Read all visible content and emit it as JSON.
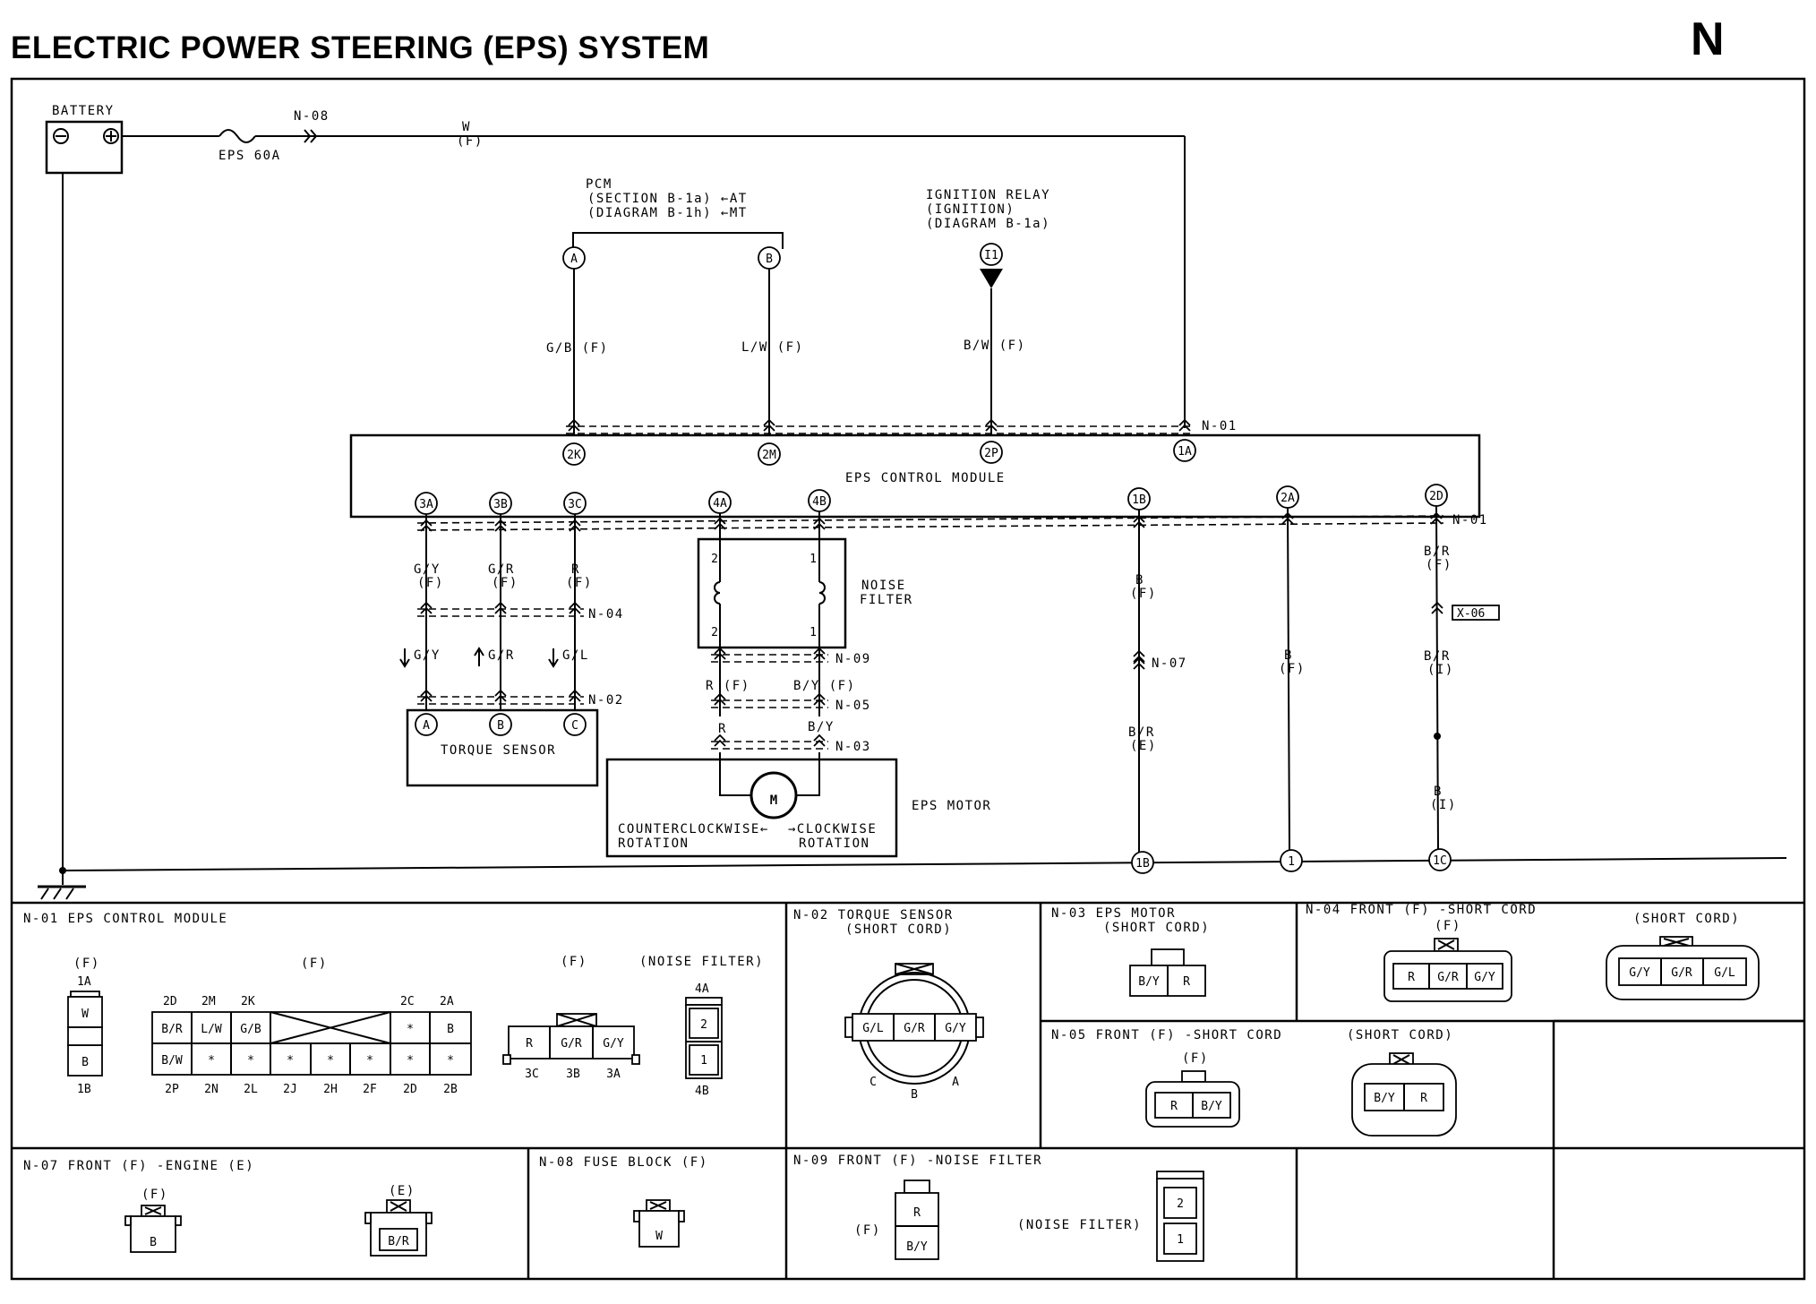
{
  "title": "ELECTRIC POWER STEERING (EPS) SYSTEM",
  "page_letter": "N",
  "schematic": {
    "battery": "BATTERY",
    "fuse": "EPS 60A",
    "n08": "N-08",
    "w_f": [
      "W",
      "(F)"
    ],
    "pcm": [
      "PCM",
      "(SECTION B-1a) ←AT",
      "(DIAGRAM B-1h) ←MT"
    ],
    "ign_relay": [
      "IGNITION RELAY",
      "(IGNITION)",
      "(DIAGRAM B-1a)"
    ],
    "pin_a": "A",
    "pin_b": "B",
    "pin_i1": "I1",
    "wire_gb": "G/B (F)",
    "wire_lw": "L/W (F)",
    "wire_bw": "B/W (F)",
    "n01": "N-01",
    "pin_2k": "2K",
    "pin_2m": "2M",
    "pin_2p": "2P",
    "pin_1a": "1A",
    "ecm_label": "EPS CONTROL MODULE",
    "pin_3a": "3A",
    "pin_3b": "3B",
    "pin_3c": "3C",
    "pin_4a": "4A",
    "pin_4b": "4B",
    "pin_1b": "1B",
    "pin_2a": "2A",
    "pin_2d": "2D",
    "gy": "G/Y",
    "gr": "G/R",
    "r": "R",
    "gl": "G/L",
    "f": "(F)",
    "n04": "N-04",
    "n02": "N-02",
    "ts_c": "C",
    "torque_sensor": "TORQUE SENSOR",
    "noise_filter": [
      "NOISE",
      "FILTER"
    ],
    "nf_2": "2",
    "nf_1": "1",
    "n09": "N-09",
    "r_f": "R (F)",
    "by_f": "B/Y (F)",
    "n05": "N-05",
    "by": "B/Y",
    "n03": "N-03",
    "motor_m": "M",
    "eps_motor": "EPS MOTOR",
    "ccw": [
      "COUNTERCLOCKWISE←",
      "ROTATION"
    ],
    "cw": [
      "→CLOCKWISE",
      "ROTATION"
    ],
    "b": "B",
    "n07": "N-07",
    "br": "B/R",
    "e": "(E)",
    "br_f": [
      "B/R",
      "(F)"
    ],
    "x06": "X-06",
    "br_i": [
      "B/R",
      "(I)"
    ],
    "b_i": [
      "B",
      "(I)"
    ],
    "g_1b": "1B",
    "g_1": "1",
    "g_1c": "1C"
  },
  "connectors": {
    "n01": {
      "title": "N-01 EPS CONTROL MODULE",
      "f": "(F)",
      "noise_filter": "(NOISE FILTER)",
      "top_pins": [
        "2D",
        "2M",
        "2K",
        "2C",
        "2A"
      ],
      "row1": [
        "B/R",
        "L/W",
        "G/B",
        "",
        "*",
        "B"
      ],
      "row2": [
        "B/W",
        "*",
        "*",
        "*",
        "*",
        "*",
        "*",
        "*"
      ],
      "bottom_pins": [
        "2P",
        "2N",
        "2L",
        "2J",
        "2H",
        "2F",
        "2D",
        "2B"
      ],
      "c1": {
        "top": "1A",
        "cells": [
          "W",
          "B"
        ],
        "bottom": "1B"
      },
      "c3": {
        "cells": [
          "R",
          "G/R",
          "G/Y"
        ],
        "pins": [
          "3C",
          "3B",
          "3A"
        ]
      },
      "c4": {
        "top": "4A",
        "cells": [
          "2",
          "1"
        ],
        "bottom": "4B"
      }
    },
    "n02": {
      "title": [
        "N-02 TORQUE SENSOR",
        "(SHORT CORD)"
      ],
      "cells": [
        "G/L",
        "G/R",
        "G/Y"
      ],
      "pins": [
        "C",
        "B",
        "A"
      ]
    },
    "n03": {
      "title": [
        "N-03 EPS MOTOR",
        "(SHORT CORD)"
      ],
      "cells": [
        "B/Y",
        "R"
      ]
    },
    "n04": {
      "title": "N-04 FRONT (F) -SHORT CORD",
      "f": "(F)",
      "short": "(SHORT CORD)",
      "f_cells": [
        "R",
        "G/R",
        "G/Y"
      ],
      "s_cells": [
        "G/Y",
        "G/R",
        "G/L"
      ]
    },
    "n05": {
      "title": "N-05 FRONT (F) -SHORT CORD",
      "f": "(F)",
      "short": "(SHORT CORD)",
      "f_cells": [
        "R",
        "B/Y"
      ],
      "s_cells": [
        "B/Y",
        "R"
      ]
    },
    "n07": {
      "title": "N-07 FRONT (F) -ENGINE (E)",
      "f": "(F)",
      "e": "(E)",
      "f_cell": "B",
      "e_cell": "B/R"
    },
    "n08": {
      "title": "N-08 FUSE BLOCK (F)",
      "cell": "W"
    },
    "n09": {
      "title": "N-09 FRONT (F) -NOISE FILTER",
      "f": "(F)",
      "nf": "(NOISE FILTER)",
      "f_cells": [
        "R",
        "B/Y"
      ],
      "nf_cells": [
        "2",
        "1"
      ]
    }
  }
}
